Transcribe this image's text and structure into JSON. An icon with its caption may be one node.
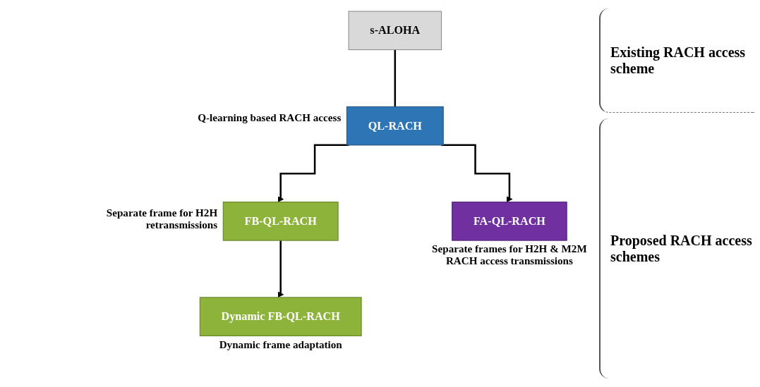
{
  "diagram": {
    "nodes": [
      {
        "text": [
          "s-ALOHA"
        ]
      },
      {
        "text": [
          "QL-RACH"
        ],
        "beside": [
          "Q-learning based RACH access"
        ]
      },
      {
        "text": [
          "FB-QL-RACH"
        ],
        "beside": [
          "Separate frame for H2H retransmissions"
        ]
      },
      {
        "text": [
          "FA-QL-RACH"
        ],
        "beside": [
          "Separate frames for H2H & M2M RACH access transmissions"
        ]
      },
      {
        "text": [
          "Dynamic FB-QL-RACH"
        ],
        "beside": [
          "Dynamic frame adaptation"
        ]
      }
    ],
    "edges": [
      {
        "from": 0,
        "to": 1,
        "arrow": "none"
      },
      {
        "from": 1,
        "to": 2,
        "arrow": "to"
      },
      {
        "from": 1,
        "to": 3,
        "arrow": "to"
      },
      {
        "from": 2,
        "to": 4,
        "arrow": "to"
      }
    ],
    "labels": [
      "Existing RACH access scheme",
      "Proposed RACH access schemes"
    ]
  }
}
